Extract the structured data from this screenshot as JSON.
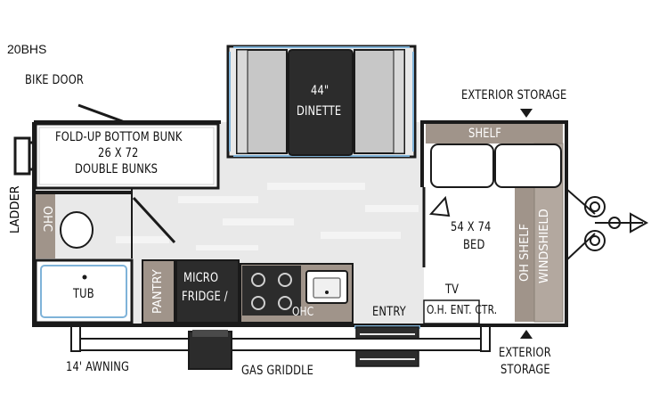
{
  "model": "20BHS",
  "labels": {
    "bike_door": "BIKE DOOR",
    "dinette_size": "44\"",
    "dinette": "DINETTE",
    "exterior_storage_top": "EXTERIOR STORAGE",
    "bunk_line1": "FOLD-UP BOTTOM BUNK",
    "bunk_line2": "26 X 72",
    "bunk_line3": "DOUBLE BUNKS",
    "shelf_top": "SHELF",
    "ladder": "LADDER",
    "ohc_left": "OHC",
    "bed_size": "54 X 74",
    "bed": "BED",
    "oh_shelf": "OH SHELF",
    "windshield": "WINDSHIELD",
    "tub": "TUB",
    "pantry": "PANTRY",
    "micro": "MICRO",
    "fridge": "FRIDGE /",
    "ohc_kitchen": "OHC",
    "entry": "ENTRY",
    "tv": "TV",
    "oh_ent_ctr": "O.H. ENT. CTR.",
    "awning": "14' AWNING",
    "gas_griddle": "GAS GRIDDLE",
    "exterior_storage_bottom_1": "EXTERIOR",
    "exterior_storage_bottom_2": "STORAGE"
  },
  "colors": {
    "wall": "#1a1a1a",
    "floor": "#e9e9e9",
    "cushion": "#c7c7c7",
    "taupe": "#a0948a",
    "dark": "#2c2c2c",
    "accent_blue": "#7fb3d9",
    "white": "#ffffff"
  }
}
